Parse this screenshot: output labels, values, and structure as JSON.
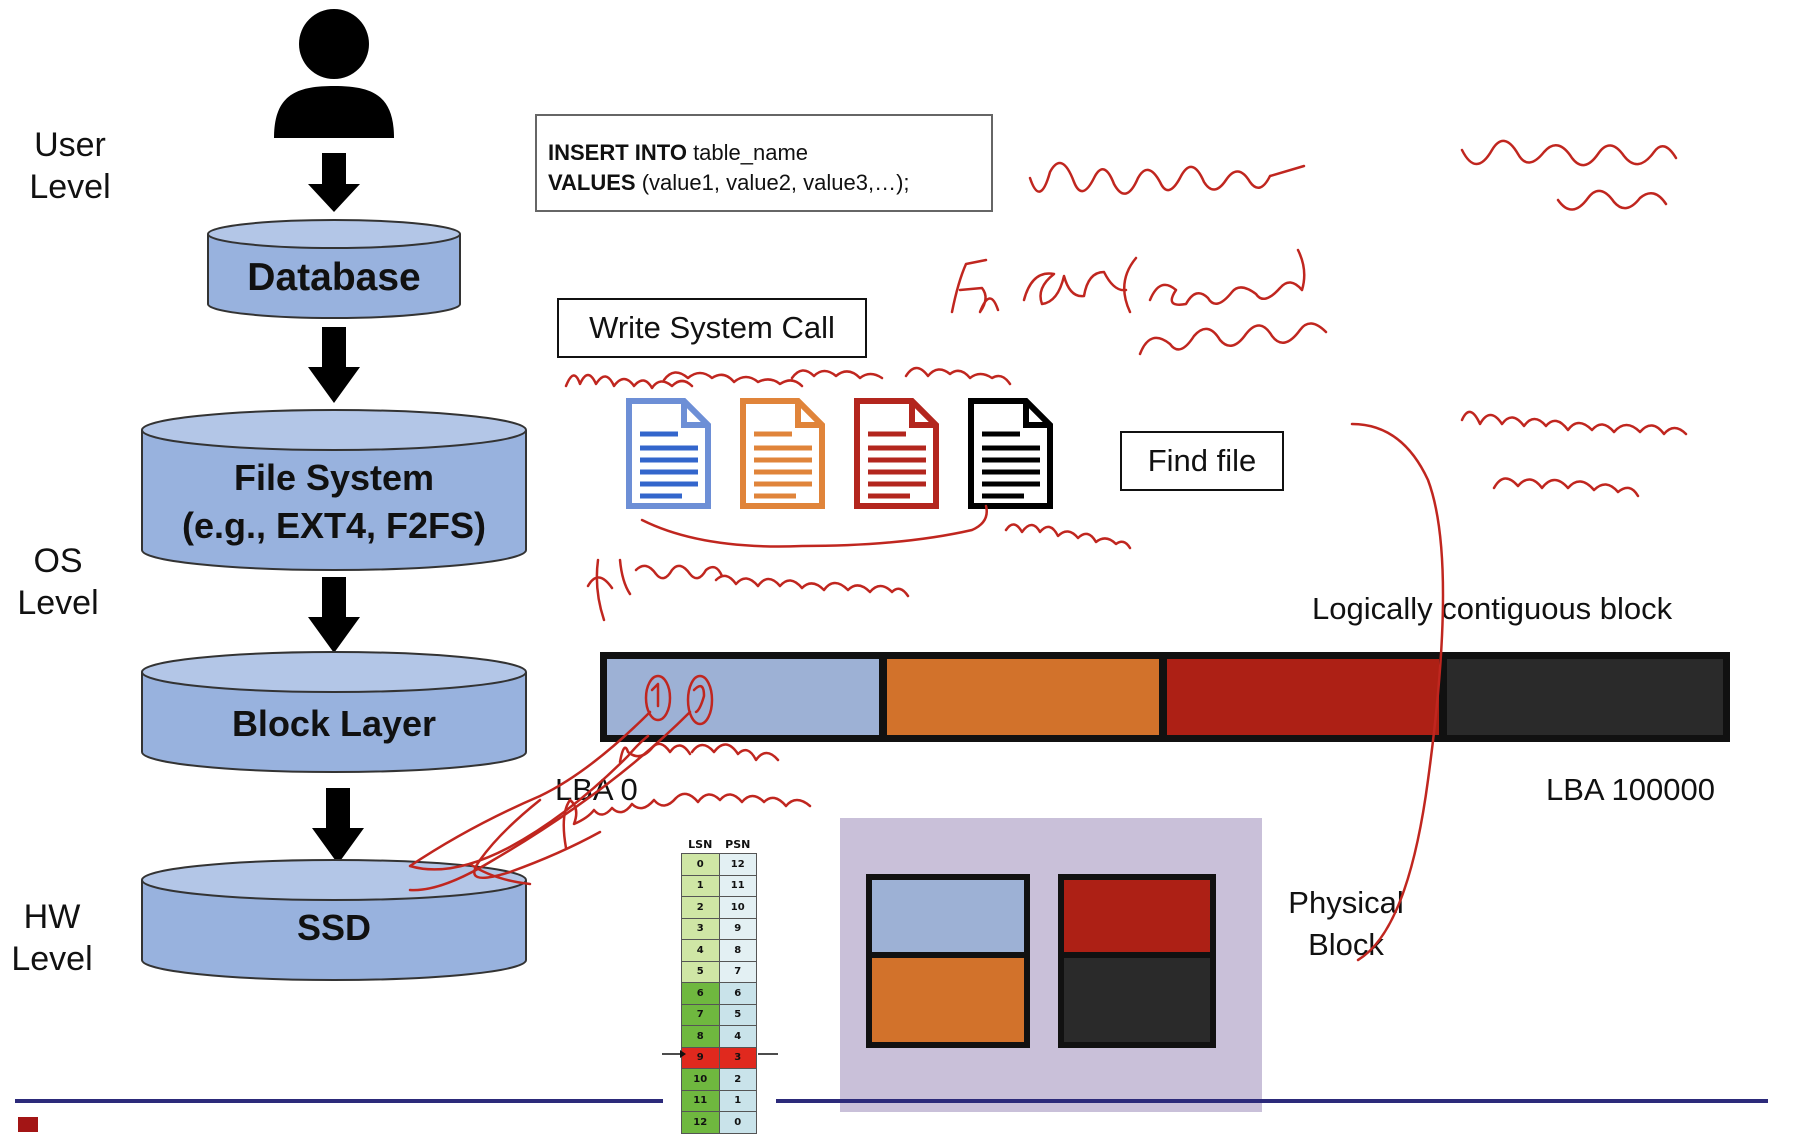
{
  "levels": {
    "user": [
      "User",
      "Level"
    ],
    "os": [
      "OS",
      "Level"
    ],
    "hw": [
      "HW",
      "Level"
    ]
  },
  "stack": {
    "database": "Database",
    "file_system": [
      "File System",
      "(e.g., EXT4, F2FS)"
    ],
    "block_layer": "Block Layer",
    "ssd": "SSD"
  },
  "sql": {
    "kw1": "INSERT INTO",
    "rest1": " table_name",
    "kw2": "VALUES",
    "rest2": " (value1, value2, value3,…);"
  },
  "write_call": "Write System Call",
  "find_file": "Find file",
  "logical_block": {
    "caption": "Logically contiguous block",
    "lba_start": "LBA 0",
    "lba_end": "LBA 100000"
  },
  "physical_block": [
    "Physical",
    "Block"
  ],
  "mapping_table": {
    "headers": [
      "LSN",
      "PSN"
    ],
    "rows": [
      {
        "lsn": "0",
        "psn": "12"
      },
      {
        "lsn": "1",
        "psn": "11"
      },
      {
        "lsn": "2",
        "psn": "10"
      },
      {
        "lsn": "3",
        "psn": "9"
      },
      {
        "lsn": "4",
        "psn": "8"
      },
      {
        "lsn": "5",
        "psn": "7"
      },
      {
        "lsn": "6",
        "psn": "6"
      },
      {
        "lsn": "7",
        "psn": "5"
      },
      {
        "lsn": "8",
        "psn": "4"
      },
      {
        "lsn": "9",
        "psn": "3"
      },
      {
        "lsn": "10",
        "psn": "2"
      },
      {
        "lsn": "11",
        "psn": "1"
      },
      {
        "lsn": "12",
        "psn": "0"
      }
    ],
    "highlight_row": 9
  },
  "colors": {
    "cylinder_fill": "#98b2de",
    "cylinder_top": "#b3c6e7",
    "blue": "#9db1d5",
    "orange": "#d2722b",
    "red": "#ad2015",
    "black": "#2a2a2a",
    "ink": "#c0261f",
    "panel": "#c9c0d9",
    "footer": "#2c2a7a"
  },
  "icons": [
    "person-icon",
    "document-blue-icon",
    "document-orange-icon",
    "document-red-icon",
    "document-black-icon"
  ]
}
